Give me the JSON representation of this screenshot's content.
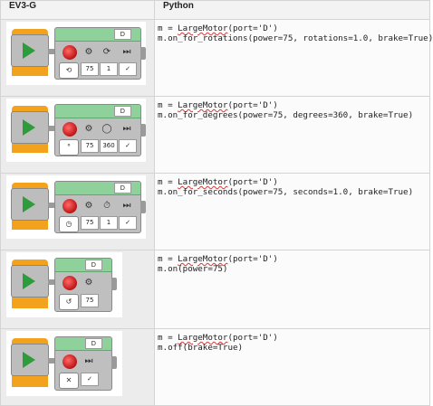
{
  "header": {
    "col1": "EV3-G",
    "col2": "Python"
  },
  "rows": [
    {
      "code_l1a": "m = ",
      "code_l1b": "LargeMotor",
      "code_l1c": "(port='D')",
      "code_l2": "m.on_for_rotations(power=75, rotations=1.0, brake=True)",
      "block": {
        "port": "D",
        "values": [
          "75",
          "1"
        ],
        "mode_icon": "rotations-icon"
      }
    },
    {
      "code_l1a": "m = ",
      "code_l1b": "LargeMotor",
      "code_l1c": "(port='D')",
      "code_l2": "m.on_for_degrees(power=75, degrees=360, brake=True)",
      "block": {
        "port": "D",
        "values": [
          "75",
          "360"
        ],
        "mode_icon": "degrees-icon"
      }
    },
    {
      "code_l1a": "m = ",
      "code_l1b": "LargeMotor",
      "code_l1c": "(port='D')",
      "code_l2": "m.on_for_seconds(power=75, seconds=1.0, brake=True)",
      "block": {
        "port": "D",
        "values": [
          "75",
          "1"
        ],
        "mode_icon": "seconds-icon"
      }
    },
    {
      "code_l1a": "m = ",
      "code_l1b": "LargeMotor",
      "code_l1c": "(port='D')",
      "code_l2": "m.on(power=75)",
      "block": {
        "port": "D",
        "values": [
          "75"
        ],
        "mode_icon": "on-icon"
      }
    },
    {
      "code_l1a": "m = ",
      "code_l1b": "LargeMotor",
      "code_l1c": "(port='D')",
      "code_l2": "m.off(brake=True)",
      "block": {
        "port": "D",
        "values": [],
        "mode_icon": "off-icon"
      }
    }
  ],
  "icons": {
    "play": "play-icon",
    "check": "check-icon",
    "cross": "cross-icon",
    "motor": "large-motor-icon"
  },
  "colors": {
    "start_orange": "#f3a21d",
    "block_green": "#8fd19b",
    "play_green": "#2f9c3b",
    "motor_red": "#c81e1e",
    "spell_underline": "#d23c3c"
  }
}
